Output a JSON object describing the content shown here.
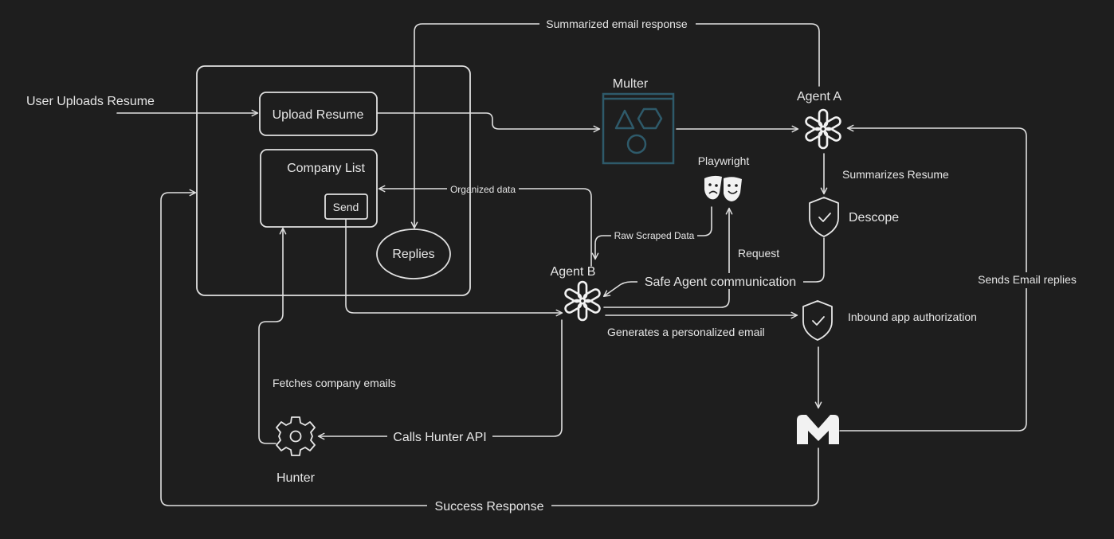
{
  "nodes": {
    "user_uploads": "User Uploads Resume",
    "upload_resume": "Upload Resume",
    "company_list": "Company List",
    "send": "Send",
    "replies": "Replies",
    "multer": "Multer",
    "agent_a": "Agent A",
    "agent_b": "Agent B",
    "playwright": "Playwright",
    "descope": "Descope",
    "inbound_auth": "Inbound app authorization",
    "hunter": "Hunter"
  },
  "edges": {
    "summarized_email": "Summarized email response",
    "summarizes_resume": "Summarizes Resume",
    "organized_data": "Organized data",
    "raw_scraped": "Raw Scraped Data",
    "request": "Request",
    "safe_agent": "Safe Agent communication",
    "generates_email": "Generates a personalized email",
    "sends_replies": "Sends Email replies",
    "fetches_emails": "Fetches company emails",
    "calls_hunter": "Calls Hunter API",
    "success_response": "Success Response"
  },
  "icons": {
    "multer": "multer-shapes-icon",
    "agent_a": "openai-icon",
    "agent_b": "openai-icon",
    "playwright": "theater-masks-icon",
    "descope": "shield-check-icon",
    "inbound": "shield-check-icon",
    "hunter": "gear-icon",
    "gmail": "gmail-m-icon"
  },
  "colors": {
    "background": "#1e1e1e",
    "stroke": "#e0e0e0",
    "text": "#e6e6e6",
    "multer": "#2e5a6a"
  }
}
